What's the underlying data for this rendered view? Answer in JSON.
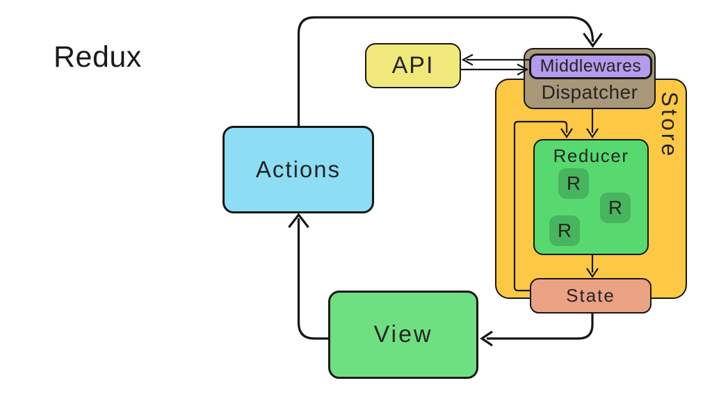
{
  "title": "Redux",
  "colors": {
    "background": "#ffffff",
    "line": "#161616",
    "text": "#242424",
    "api_fill": "#f0e87a",
    "middlewares_fill": "#b49beb",
    "dispatcher_fill": "#a89778",
    "store_fill": "#fdc944",
    "reducer_fill": "#57d96f",
    "reducer_unit_fill": "#47b45e",
    "state_fill": "#eba184",
    "actions_fill": "#8ddef4",
    "view_fill": "#6fe081"
  },
  "diagram": {
    "actions": {
      "label": "Actions"
    },
    "api": {
      "label": "API"
    },
    "middlewares": {
      "label": "Middlewares"
    },
    "dispatcher": {
      "label": "Dispatcher"
    },
    "store": {
      "label": "Store"
    },
    "reducer": {
      "label": "Reducer",
      "units": [
        "R",
        "R",
        "R"
      ]
    },
    "state": {
      "label": "State"
    },
    "view": {
      "label": "View"
    }
  }
}
